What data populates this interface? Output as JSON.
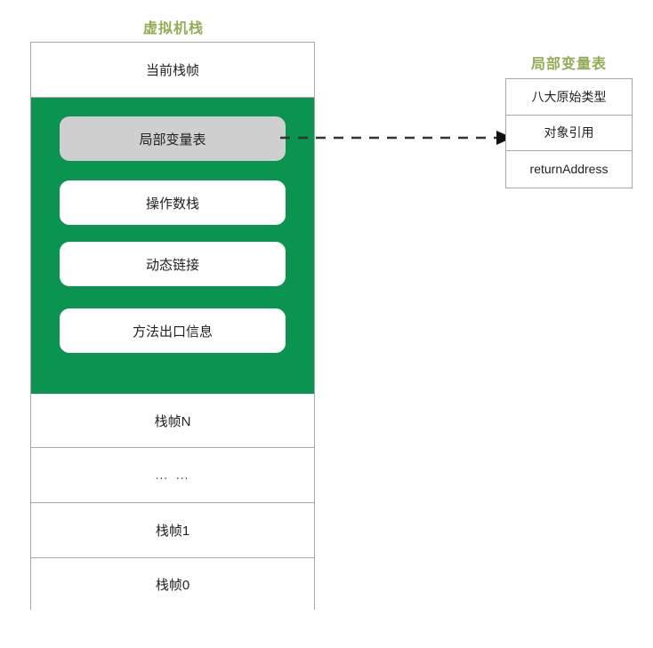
{
  "diagram": {
    "stack": {
      "caption": "虚拟机栈",
      "rows": [
        {
          "label": "当前栈帧",
          "name": "current-frame"
        },
        {
          "label": "栈帧N",
          "name": "frame-n"
        },
        {
          "label": "… …",
          "name": "ellipsis"
        },
        {
          "label": "栈帧1",
          "name": "frame-1"
        },
        {
          "label": "栈帧0",
          "name": "frame-0"
        }
      ],
      "frame_detail": {
        "background_color": "#0b9350",
        "items": [
          {
            "label": "局部变量表",
            "name": "local-variable-table",
            "highlighted": true,
            "color": "#cfcfcf"
          },
          {
            "label": "操作数栈",
            "name": "operand-stack",
            "highlighted": false,
            "color": "#ffffff"
          },
          {
            "label": "动态链接",
            "name": "dynamic-linking",
            "highlighted": false,
            "color": "#ffffff"
          },
          {
            "label": "方法出口信息",
            "name": "method-return-info",
            "highlighted": false,
            "color": "#ffffff"
          }
        ]
      }
    },
    "local_variable_table": {
      "caption": "局部变量表",
      "rows": [
        {
          "label": "八大原始类型",
          "name": "primitive-types"
        },
        {
          "label": "对象引用",
          "name": "object-reference"
        },
        {
          "label": "returnAddress",
          "name": "return-address"
        }
      ]
    },
    "connector": {
      "style": "dashed-arrow",
      "color": "#333333",
      "from": "局部变量表",
      "to": "对象引用"
    },
    "colors": {
      "caption": "#93ad55",
      "frame_green": "#0b9350",
      "highlight_gray": "#cfcfcf",
      "border": "#a8a8a8",
      "text": "#222222"
    }
  }
}
